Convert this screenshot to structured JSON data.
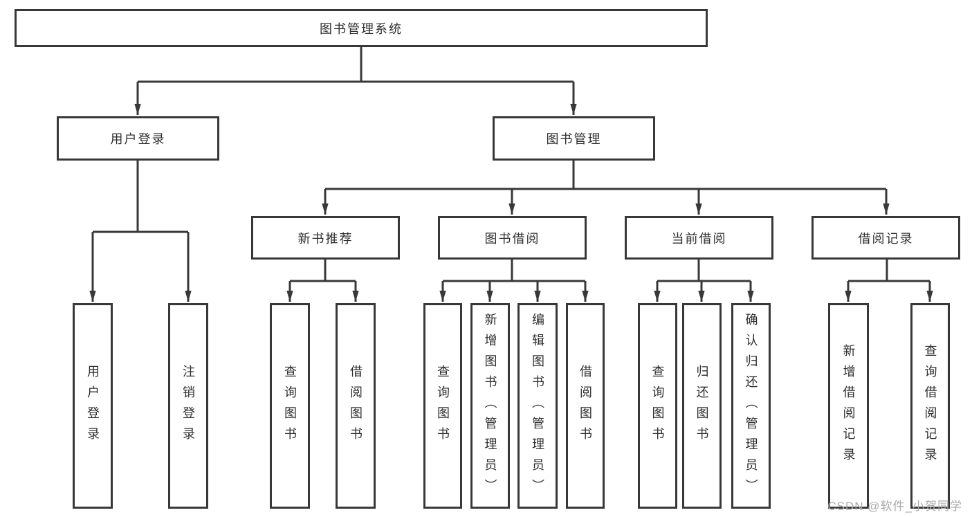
{
  "diagram": {
    "title": "图书管理系统",
    "watermark": "CSDN @软件_小贺同学",
    "colors": {
      "line": "#383838",
      "box_border": "#383838",
      "box_background": "#ffffff",
      "text": "#2e2e2e",
      "watermark_text": "#aaaaaa"
    },
    "nodes": {
      "root": {
        "label": "图书管理系统"
      },
      "user_login": {
        "label": "用户登录"
      },
      "book_mgmt": {
        "label": "图书管理"
      },
      "new_book_rec": {
        "label": "新书推荐"
      },
      "book_borrow": {
        "label": "图书借阅"
      },
      "current_borrow": {
        "label": "当前借阅"
      },
      "borrow_records": {
        "label": "借阅记录"
      },
      "leaf_user_login": {
        "label": "用户登录"
      },
      "leaf_logout": {
        "label": "注销登录"
      },
      "leaf_query_book_1": {
        "label": "查询图书"
      },
      "leaf_borrow_book_1": {
        "label": "借阅图书"
      },
      "leaf_query_book_2": {
        "label": "查询图书"
      },
      "leaf_add_book_admin": {
        "label": "新增图书（管理员）"
      },
      "leaf_edit_book_admin": {
        "label": "编辑图书（管理员）"
      },
      "leaf_borrow_book_2": {
        "label": "借阅图书"
      },
      "leaf_query_book_3": {
        "label": "查询图书"
      },
      "leaf_return_book": {
        "label": "归还图书"
      },
      "leaf_confirm_return_admin": {
        "label": "确认归还（管理员）"
      },
      "leaf_add_borrow_record": {
        "label": "新增借阅记录"
      },
      "leaf_query_borrow_record": {
        "label": "查询借阅记录"
      }
    },
    "hierarchy": {
      "图书管理系统": {
        "用户登录": [
          "用户登录",
          "注销登录"
        ],
        "图书管理": {
          "新书推荐": [
            "查询图书",
            "借阅图书"
          ],
          "图书借阅": [
            "查询图书",
            "新增图书（管理员）",
            "编辑图书（管理员）",
            "借阅图书"
          ],
          "当前借阅": [
            "查询图书",
            "归还图书",
            "确认归还（管理员）"
          ],
          "借阅记录": [
            "新增借阅记录",
            "查询借阅记录"
          ]
        }
      }
    }
  }
}
